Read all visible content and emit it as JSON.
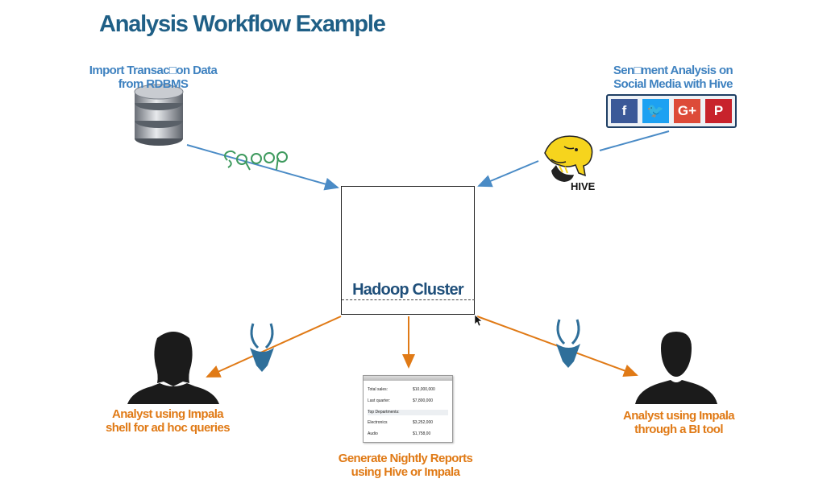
{
  "title": "Analysis Workflow Example",
  "import_source": {
    "line1": "Import Transac□on Data",
    "line2": "from RDBMS",
    "tool_logo": "sqoop"
  },
  "sentiment_source": {
    "line1": "Sen□ment Analysis on",
    "line2": "Social Media with Hive",
    "social_icons": [
      {
        "name": "facebook-icon",
        "glyph": "f",
        "color": "#3b5998"
      },
      {
        "name": "twitter-icon",
        "glyph": "🐦",
        "color": "#1da1f2"
      },
      {
        "name": "google-plus-icon",
        "glyph": "G+",
        "color": "#dd4b39"
      },
      {
        "name": "pinterest-icon",
        "glyph": "P",
        "color": "#c8232c"
      }
    ],
    "tool_logo": "HIVE"
  },
  "cluster": {
    "label": "Hadoop Cluster"
  },
  "outputs": {
    "analyst_shell": {
      "line1": "Analyst using Impala",
      "line2": "shell for ad hoc queries"
    },
    "nightly_reports": {
      "line1": "Generate Nightly Reports",
      "line2": "using Hive or Impala"
    },
    "analyst_bi": {
      "line1": "Analyst using Impala",
      "line2": "through a BI tool"
    }
  },
  "report": {
    "rows": [
      {
        "key": "Total sales:",
        "value": "$10,000,000"
      },
      {
        "key": "Last quarter:",
        "value": "$7,800,000"
      },
      {
        "key": "Top Departments:",
        "value": ""
      },
      {
        "key": "Electronics",
        "value": "$3,252,000"
      },
      {
        "key": "Audio",
        "value": "$1,758,00"
      }
    ]
  },
  "colors": {
    "title": "#1f5f86",
    "input_arrow": "#4a8bc6",
    "output_arrow": "#e07a16"
  }
}
